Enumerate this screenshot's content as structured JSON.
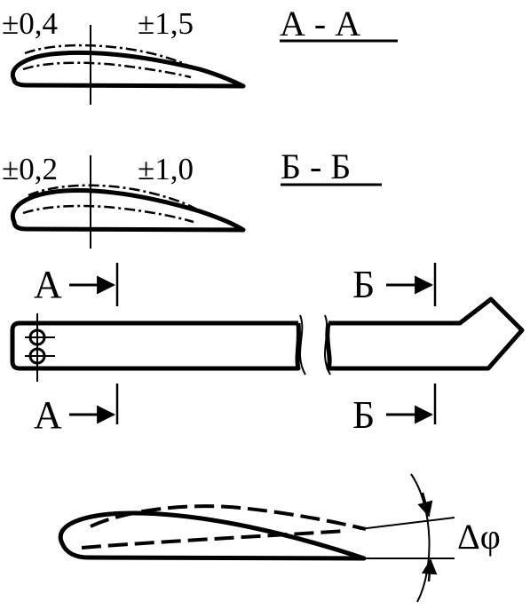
{
  "section_aa": {
    "title": "А - А",
    "tolerance_left": "±0,4",
    "tolerance_right": "±1,5"
  },
  "section_bb": {
    "title": "Б - Б",
    "tolerance_left": "±0,2",
    "tolerance_right": "±1,0"
  },
  "cut_labels": {
    "a_top": "А",
    "a_bottom": "А",
    "b_top": "Б",
    "b_bottom": "Б"
  },
  "twist": {
    "angle_label": "Δφ"
  },
  "colors": {
    "ink": "#000000",
    "paper": "#ffffff"
  }
}
